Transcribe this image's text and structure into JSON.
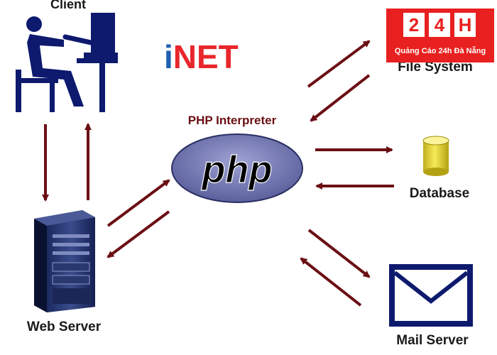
{
  "labels": {
    "client": "Client",
    "web_server": "Web Server",
    "php_interpreter": "PHP Interpreter",
    "php_logo": "php",
    "file_system": "File System",
    "database": "Database",
    "mail_server": "Mail Server"
  },
  "brand": {
    "inet_i": "i",
    "inet_rest": "NET"
  },
  "badge": {
    "digit_1": "2",
    "digit_2": "4",
    "digit_3": "H",
    "slogan": "Quảng Cáo 24h Đà Nẵng"
  },
  "colors": {
    "arrow": "#6b0f14",
    "text": "#1a1a1a",
    "navy": "#0d1a6e",
    "php_purple": "#7b80b8",
    "inet_blue": "#1f5fb0",
    "inet_red": "#e8262b",
    "badge_red": "#e8201f",
    "db_yellow": "#f2e33a"
  },
  "icons": {
    "client": "person-at-computer-icon",
    "web_server": "tower-server-icon",
    "database": "database-cylinder-icon",
    "mail_server": "envelope-icon"
  }
}
